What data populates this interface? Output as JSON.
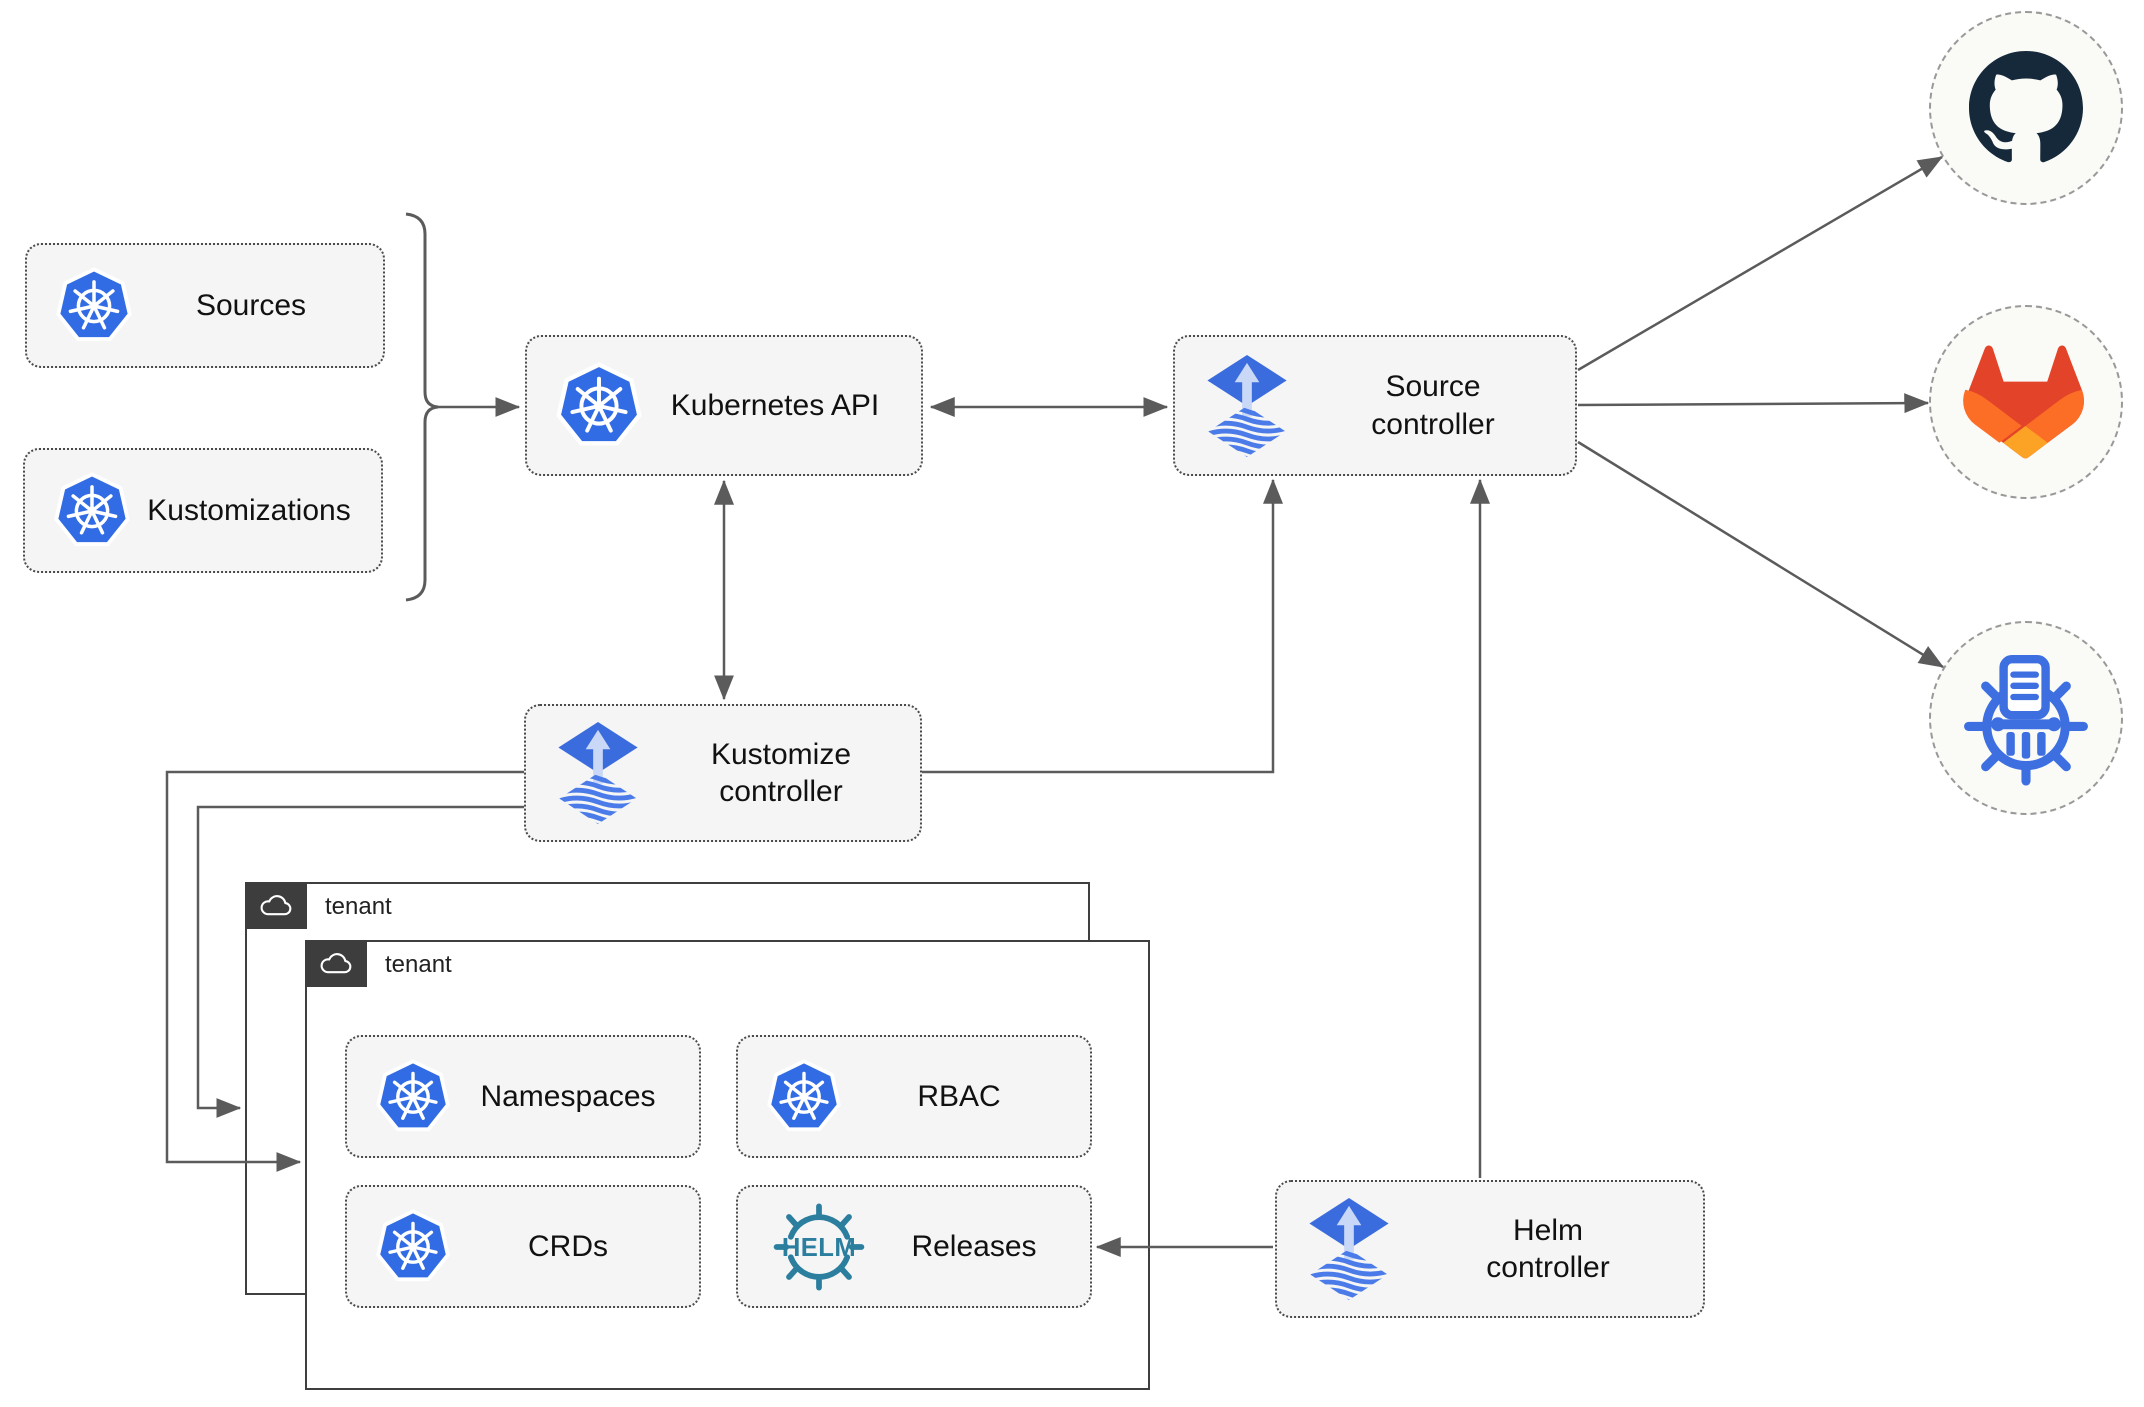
{
  "nodes": {
    "sources": {
      "label": "Sources"
    },
    "kustomizations": {
      "label": "Kustomizations"
    },
    "kubernetes_api": {
      "label": "Kubernetes API"
    },
    "source_controller": {
      "label": "Source controller"
    },
    "kustomize_controller": {
      "label": "Kustomize controller"
    },
    "helm_controller": {
      "label": "Helm controller"
    },
    "namespaces": {
      "label": "Namespaces"
    },
    "rbac": {
      "label": "RBAC"
    },
    "crds": {
      "label": "CRDs"
    },
    "releases": {
      "label": "Releases",
      "icon_text": "HELM"
    }
  },
  "tenants": {
    "back": {
      "label": "tenant"
    },
    "front": {
      "label": "tenant"
    }
  },
  "endpoints": {
    "github": {
      "icon": "github-icon"
    },
    "gitlab": {
      "icon": "gitlab-icon"
    },
    "chartmuseum": {
      "icon": "chartmuseum-icon"
    }
  },
  "colors": {
    "kubernetes-blue": "#326CE5",
    "flux-blue": "#3B6CDE",
    "flux-stripe": "#4A7BE8",
    "flux-arrow": "#C9D8F6",
    "github-dark": "#16293B",
    "gitlab-red": "#E24329",
    "gitlab-orange": "#FC6D26",
    "gitlab-yellow": "#FCA326",
    "chartmuseum-blue": "#3D6FE0",
    "helm-teal": "#2B7E9E",
    "line-gray": "#5B5B5B",
    "node-fill": "#F5F5F5",
    "node-border": "#4A4A4A",
    "tenant-border": "#3F3F3F",
    "tab-bg": "#3D3D3D",
    "circle-fill": "#FAFAF7",
    "circle-border": "#999999"
  }
}
